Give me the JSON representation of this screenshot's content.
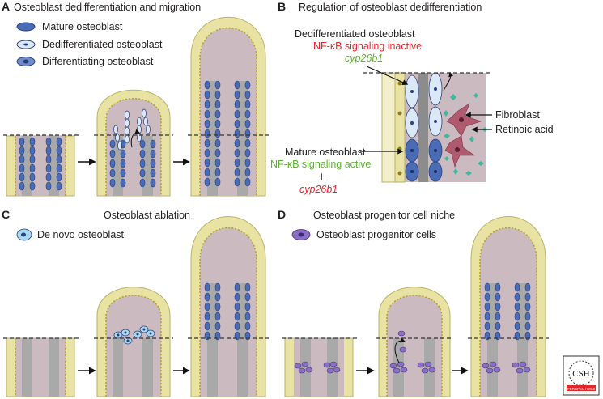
{
  "panels": {
    "A": {
      "letter": "A",
      "title": "Osteoblast dedifferentiation and migration",
      "legend": [
        "Mature osteoblast",
        "Dedifferentiated osteoblast",
        "Differentiating osteoblast"
      ]
    },
    "B": {
      "letter": "B",
      "title": "Regulation of osteoblast dedifferentiation",
      "dedifferentiated_label": "Dedifferentiated osteoblast",
      "nfkb_inactive": "NF-κB signaling inactive",
      "cyp_top": "cyp26b1",
      "mature_label": "Mature osteoblast",
      "nfkb_active": "NF-κB signaling active",
      "inhibit_symbol": "⊥",
      "cyp_bottom": "cyp26b1",
      "fibroblast": "Fibroblast",
      "retinoic_acid": "Retinoic acid"
    },
    "C": {
      "letter": "C",
      "title": "Osteoblast ablation",
      "legend": [
        "De novo osteoblast"
      ]
    },
    "D": {
      "letter": "D",
      "title": "Osteoblast progenitor cell niche",
      "legend": [
        "Osteoblast progenitor cells"
      ]
    }
  },
  "logo": {
    "line1": "CSH",
    "line2": "PERSPECTIVES"
  },
  "colors": {
    "epidermis": "#e8e3a3",
    "epidermis_stroke": "#b9b26a",
    "mesenchyme": "#cbbac0",
    "bone_ray": "#a9a9a9",
    "mature_osteoblast": "#4a6bb5",
    "dedifferentiated_osteoblast": "#dbe8f8",
    "progenitor": "#8a6fc4",
    "de_novo": "#a8d8f0",
    "fibroblast": "#b05a70",
    "retinoic_acid": "#3fb89c",
    "red_text": "#e2282b",
    "green_text": "#5cb32d"
  }
}
